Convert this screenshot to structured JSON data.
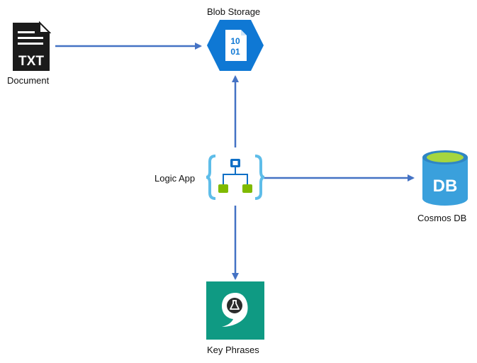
{
  "diagram": {
    "nodes": {
      "document": {
        "label": "Document",
        "icon": "txt-file-icon",
        "icon_text": "TXT"
      },
      "blob": {
        "label": "Blob Storage",
        "icon": "blob-storage-icon",
        "icon_text_1": "10",
        "icon_text_2": "01",
        "color": "#0f78d4"
      },
      "logic": {
        "label": "Logic App",
        "icon": "logic-app-icon",
        "bracket_color": "#5ebde9",
        "node_color": "#0f6fc6",
        "leaf_color": "#7fba00"
      },
      "cosmos": {
        "label": "Cosmos DB",
        "icon": "cosmos-db-icon",
        "icon_text": "DB",
        "color": "#3aa0dc",
        "top_color": "#a5d63f"
      },
      "keyphrases": {
        "label": "Key Phrases",
        "icon": "key-phrases-icon",
        "color": "#0f9a83"
      }
    },
    "edge_color": "#4472c4"
  }
}
